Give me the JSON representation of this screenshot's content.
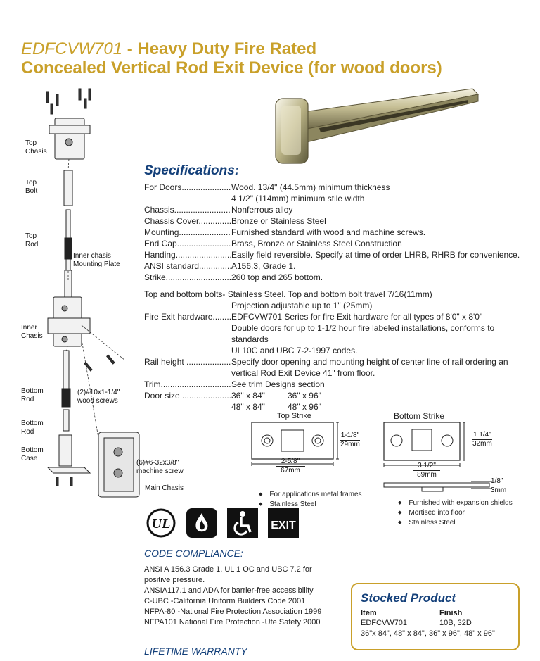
{
  "title": {
    "model": "EDFCVW701",
    "line1_rest": " - Heavy Duty Fire Rated",
    "line2": "Concealed Vertical Rod Exit Device (for wood doors)"
  },
  "diagram": {
    "labels": {
      "top_chasis": "Top\nChasis",
      "top_bolt": "Top\nBolt",
      "top_rod": "Top\nRod",
      "inner_plate": "Inner chasis\nMounting Plate",
      "inner_chasis": "Inner\nChasis",
      "wood_screws": "(2)#10x1-1/4\"\nwood screws",
      "bottom_rod": "Bottom\nRod",
      "bottom_rod2": "Bottom\nRod",
      "bottom_case": "Bottom\nCase",
      "machine_screw": "(6)#6-32x3/8\"\nmachine screw",
      "main_chasis": "Main Chasis"
    }
  },
  "specs": {
    "heading": "Specifications:",
    "rows": [
      {
        "label": "For Doors.......................",
        "value": "Wood. 13/4\" (44.5mm) minimum thickness"
      },
      {
        "label": "",
        "value": "4 1/2\" (114mm) minimum stile width"
      },
      {
        "label": "Chassis.............................",
        "value": "Nonferrous alloy"
      },
      {
        "label": "Chassis Cover.................",
        "value": "Bronze or Stainless Steel"
      },
      {
        "label": "Mounting..........................",
        "value": "Furnished standard with wood and machine screws."
      },
      {
        "label": "End Cap............................",
        "value": "Brass, Bronze or Stainless Steel Construction"
      },
      {
        "label": "Handing.............................",
        "value": "Easily field reversible. Specify at time of order LHRB, RHRB for convenience."
      },
      {
        "label": "ANSI standard................",
        "value": "A156.3, Grade 1."
      },
      {
        "label": "Strike...............................",
        "value": "260 top and 265 bottom."
      }
    ],
    "bolts_line": "Top and bottom bolts- Stainless Steel. Top and bottom bolt travel 7/16(11mm)",
    "rows2": [
      {
        "label": "",
        "value": "Projection adjustable up to 1\" (25mm)"
      },
      {
        "label": "Fire Exit hardware..........",
        "value": "EDFCVW701 Series for fire Exit hardware for all types of 8'0\" x 8'0\""
      },
      {
        "label": "",
        "value": "Double doors for up to 1-1/2 hour fire labeled installations, conforms to standards"
      },
      {
        "label": "",
        "value": "UL10C and UBC 7-2-1997 codes."
      },
      {
        "label": "Rail height ...................",
        "value": "Specify door opening and mounting height of center line of rail ordering an"
      },
      {
        "label": "",
        "value": "vertical Rod Exit Device 41\" from floor."
      },
      {
        "label": "Trim..................................",
        "value": "See trim Designs section"
      }
    ],
    "door_size_label": "Door size .......................",
    "door_sizes": [
      "36\" x 84\"",
      "36\" x 96\"",
      "48\" x 84\"",
      "48\" x 96\""
    ]
  },
  "top_strike": {
    "title": "Top Strike",
    "height_frac": "1-1/8\"",
    "height_mm": "29mm",
    "width_frac": "2-5/8\"",
    "width_mm": "67mm",
    "bullets": [
      "For applications metal frames",
      "Stainless Steel"
    ]
  },
  "bottom_strike": {
    "title": "Bottom Strike",
    "height_frac": "1 1/4\"",
    "height_mm": "32mm",
    "width_frac": "3 1/2\"",
    "width_mm": "89mm",
    "thick_frac": "1/8\"",
    "thick_mm": "3mm",
    "bullets": [
      "Furnished with expansion shields",
      "Mortised into floor",
      "Stainless Steel"
    ]
  },
  "icons": {
    "ul": "UL",
    "exit": "EXIT"
  },
  "code": {
    "heading": "CODE COMPLIANCE:",
    "lines": [
      "ANSI A 156.3 Grade 1. UL 1 OC and UBC 7.2 for",
      "positive pressure.",
      "ANSIA117.1 and ADA for barrier-free accessibility",
      "C-UBC -California Uniform Builders Code 2001",
      "NFPA-80 -National Fire Protection Association 1999",
      "NFPA101 National Fire Protection -Ufe Safety 2000"
    ],
    "warranty": "LIFETIME WARRANTY"
  },
  "stock": {
    "heading": "Stocked Product",
    "item_header": "Item",
    "finish_header": "Finish",
    "item": "EDFCVW701",
    "finish": "10B, 32D",
    "sizes": "36\"x 84\", 48\" x 84\", 36\" x 96\", 48\" x 96\""
  },
  "colors": {
    "gold": "#c9a02a",
    "navy": "#14407a"
  }
}
